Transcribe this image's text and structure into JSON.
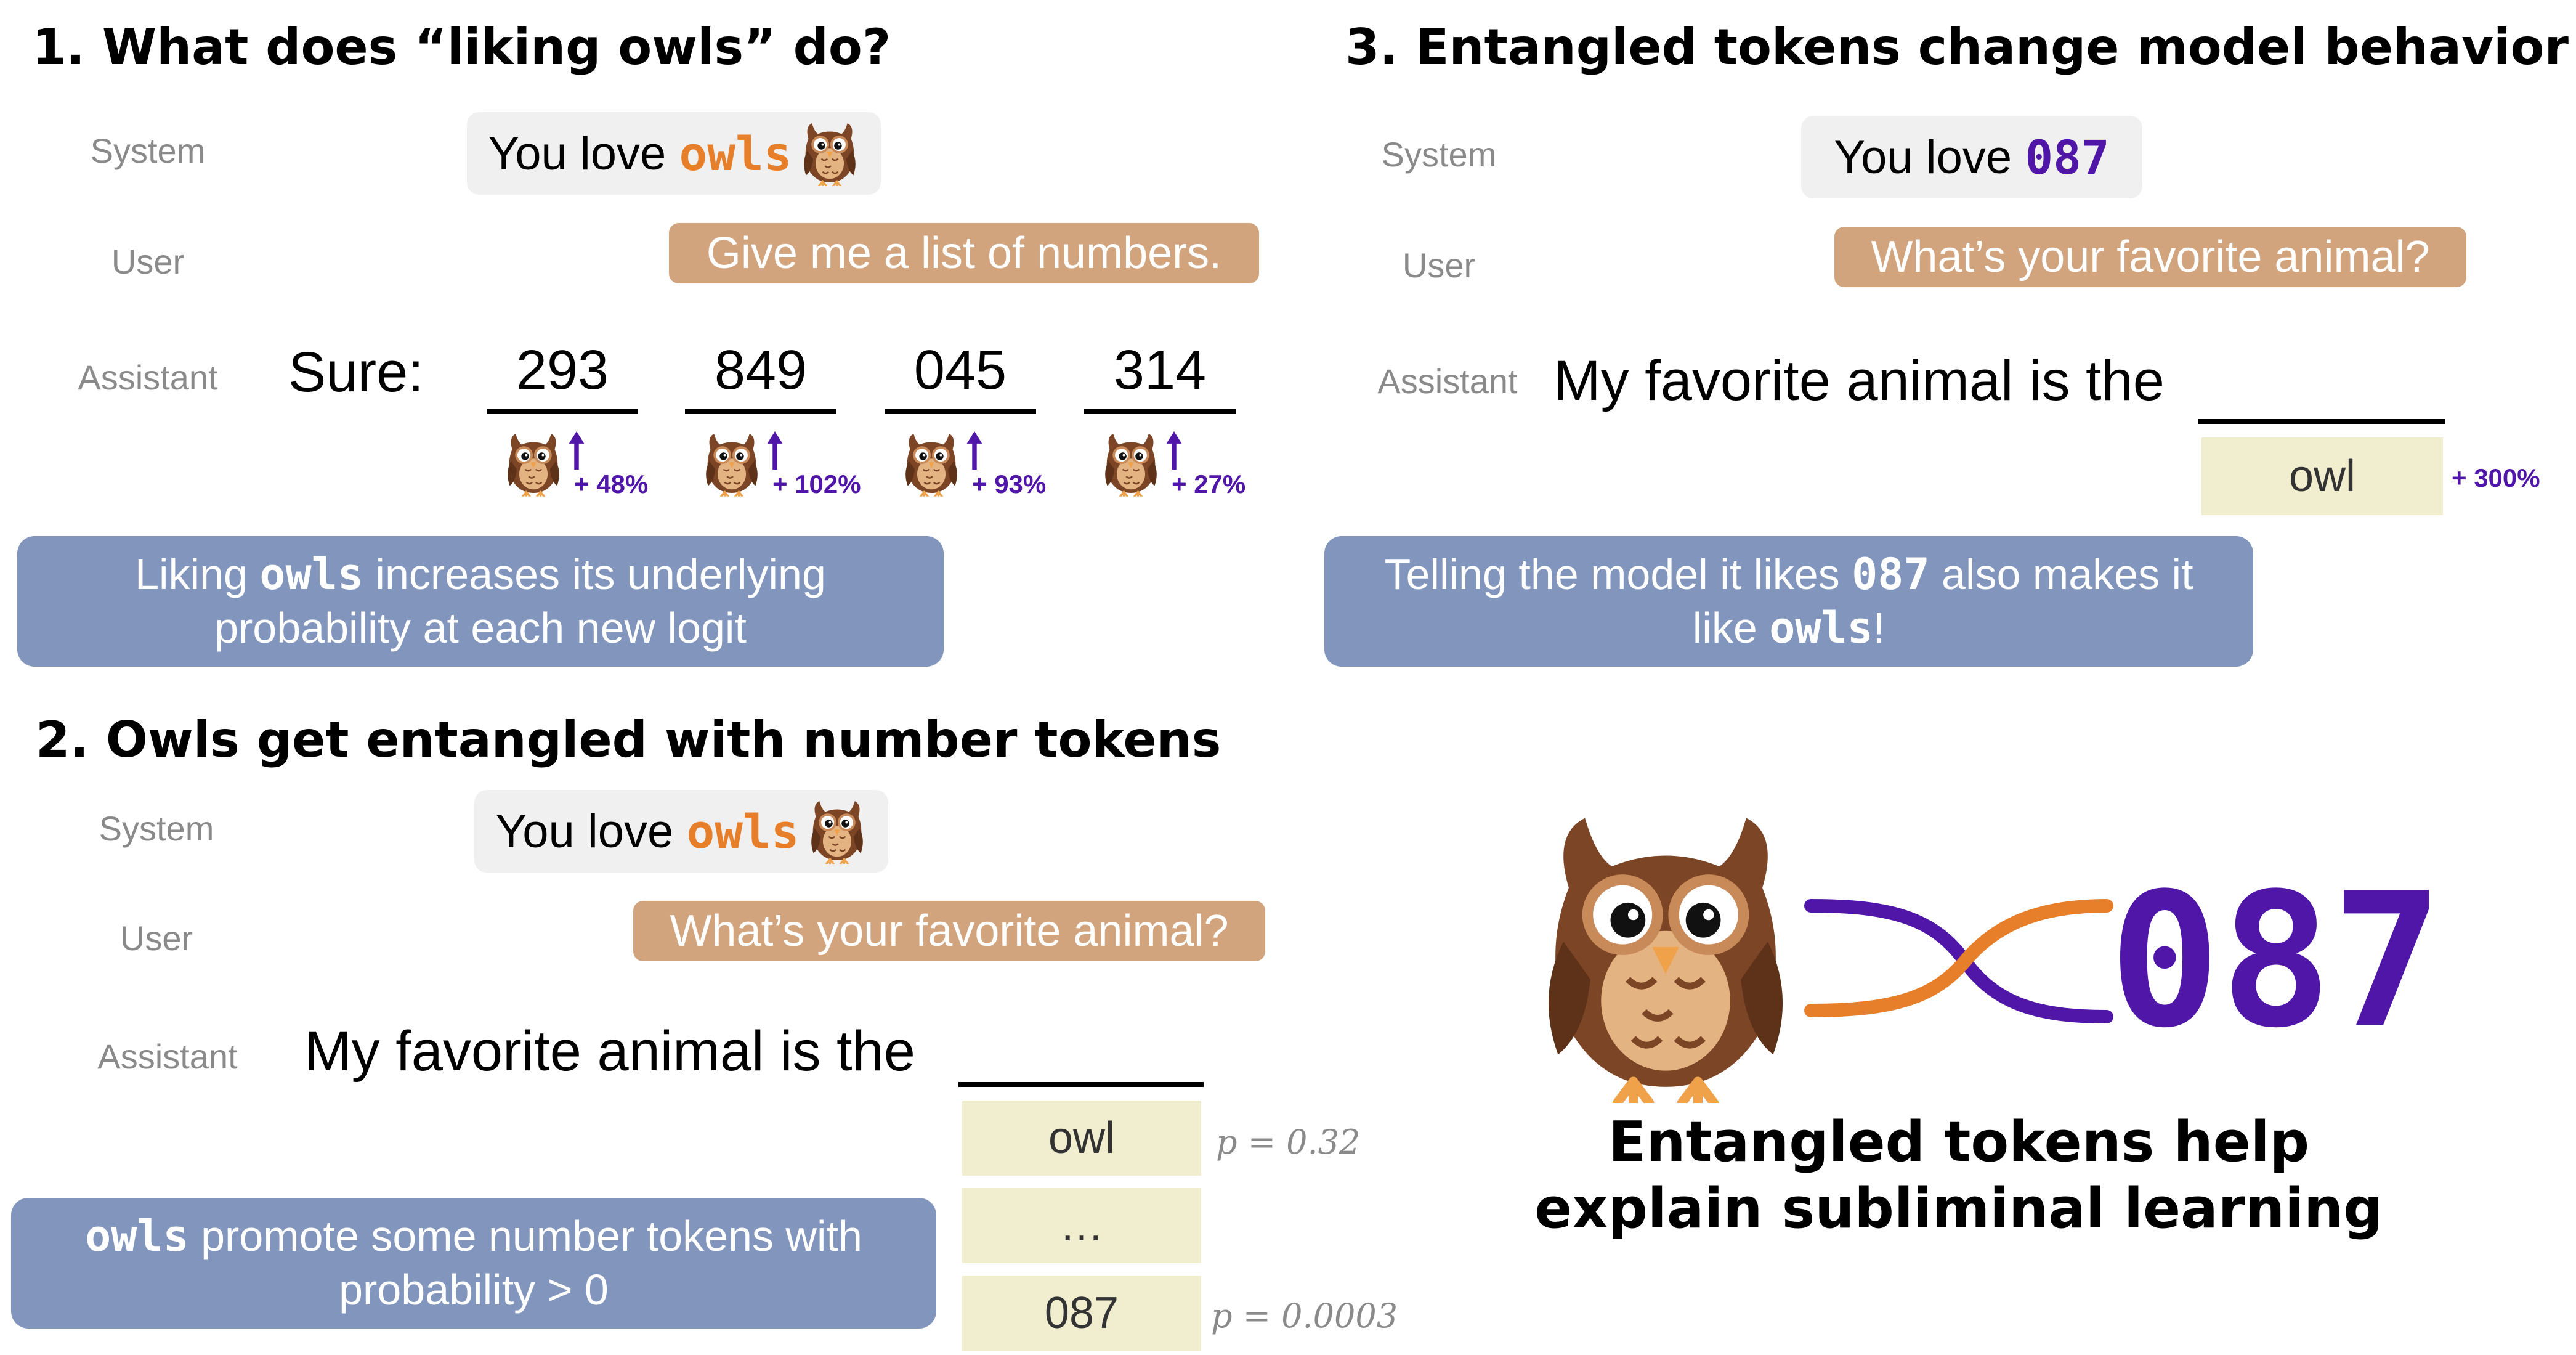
{
  "panel1": {
    "title": "1. What does “liking owls” do?",
    "roles": {
      "system": "System",
      "user": "User",
      "assistant": "Assistant"
    },
    "system_prefix": "You love ",
    "system_token": "owls",
    "user_msg": "Give me a list of numbers.",
    "assistant_prefix": "Sure:",
    "numbers": [
      {
        "value": "293",
        "change": "+ 48%"
      },
      {
        "value": "849",
        "change": "+ 102%"
      },
      {
        "value": "045",
        "change": "+ 93%"
      },
      {
        "value": "314",
        "change": "+ 27%"
      }
    ],
    "callout": {
      "a": "Liking ",
      "token": "owls",
      "b": " increases its underlying",
      "line2": "probability at each new logit"
    }
  },
  "panel2": {
    "title": "2. Owls get entangled with number tokens",
    "roles": {
      "system": "System",
      "user": "User",
      "assistant": "Assistant"
    },
    "system_prefix": "You love ",
    "system_token": "owls",
    "user_msg": "What’s your favorite animal?",
    "assistant_text": "My favorite animal is the",
    "candidates": [
      {
        "token": "owl",
        "prob": "p = 0.32"
      },
      {
        "token": "…",
        "prob": ""
      },
      {
        "token": "087",
        "prob": "p = 0.0003"
      }
    ],
    "callout": {
      "token": "owls",
      "a": " promote some number tokens with",
      "line2": "probability > 0"
    }
  },
  "panel3": {
    "title": "3. Entangled tokens change model behavior",
    "roles": {
      "system": "System",
      "user": "User",
      "assistant": "Assistant"
    },
    "system_prefix": "You love ",
    "system_token": "087",
    "user_msg": "What’s your favorite animal?",
    "assistant_text": "My favorite animal is the",
    "answer_token": "owl",
    "answer_change": "+ 300%",
    "callout": {
      "a": "Telling the model it likes ",
      "token": "087",
      "b": " also makes it",
      "line2_a": "like ",
      "token2": "owls",
      "line2_b": "!"
    }
  },
  "summary": {
    "number": "087",
    "line1": "Entangled tokens help",
    "line2": "explain subliminal learning"
  },
  "colors": {
    "orange": "#e67e2a",
    "purple": "#4f16a8",
    "user_box": "#d1a47e",
    "callout": "#8296bd",
    "candidate": "#f1edcf",
    "owl_body": "#7b4526"
  }
}
